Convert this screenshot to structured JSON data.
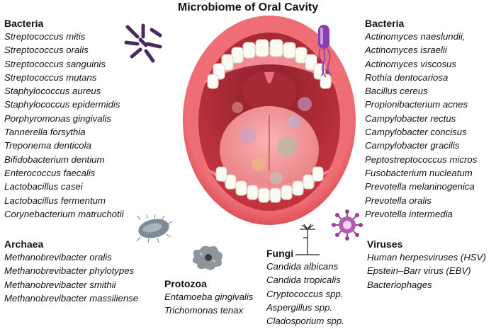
{
  "title": "Microbiome of Oral Cavity",
  "bacteria_left": {
    "heading": "Bacteria",
    "items": [
      "Streptococcus mitis",
      "Streptococcus oralis",
      "Streptococcus sanguinis",
      "Streptococcus mutans",
      "Staphylococcus aureus",
      "Staphylococcus epidermidis",
      "Porphyromonas gingivalis",
      "Tannerella forsythia",
      "Treponema denticola",
      "Bifidobacterium dentium",
      "Enterococcus faecalis",
      "Lactobacillus casei",
      "Lactobacillus fermentum",
      "Corynebacterium matruchotii"
    ]
  },
  "bacteria_right": {
    "heading": "Bacteria",
    "items": [
      "Actinomyces naeslundii,",
      "Actinomyces israelii",
      "Actinomyces viscosus",
      "Rothia dentocariosa",
      "Bacillus cereus",
      "Propionibacterium acnes",
      "Campylobacter rectus",
      "Campylobacter concisus",
      "Campylobacter gracilis",
      "Peptostreptococcus micros",
      "Fusobacterium nucleatum",
      "Prevotella melaninogenica",
      "Prevotella oralis",
      "Prevotella intermedia"
    ]
  },
  "archaea": {
    "heading": "Archaea",
    "items": [
      "Methanobrevibacter oralis",
      "Methanobrevibacter phylotypes",
      "Methanobrevibacter smithii",
      "Methanobrevibacter massiliense"
    ]
  },
  "protozoa": {
    "heading": "Protozoa",
    "items": [
      "Entamoeba gingivalis",
      "Trichomonas tenax"
    ]
  },
  "fungi": {
    "heading": "Fungi",
    "items": [
      "Candida albicans",
      "Candida tropicalis",
      "Cryptococcus spp.",
      "Aspergillus spp.",
      "Cladosporium spp."
    ]
  },
  "viruses": {
    "heading": "Viruses",
    "items": [
      "Human herpesviruses (HSV)",
      "Epstein–Barr virus (EBV)",
      "Bacteriophages"
    ]
  },
  "icons": {
    "mouth": "open-mouth-illustration",
    "rod_bacteria": "rod-bacteria-cluster-icon",
    "flagellated_bacterium": "flagellated-bacterium-icon",
    "archaeon": "archaeon-icon",
    "amoeba": "amoeba-icon",
    "fungus": "fungus-icon",
    "virus": "virus-icon"
  },
  "colors": {
    "lip": "#e8505a",
    "mouth_interior": "#c2333d",
    "tongue": "#f39a9a",
    "bacteria_purple": "#4a2a5e",
    "flagellate_purple": "#8a3fb0",
    "virus_purple": "#9b3f9b"
  }
}
